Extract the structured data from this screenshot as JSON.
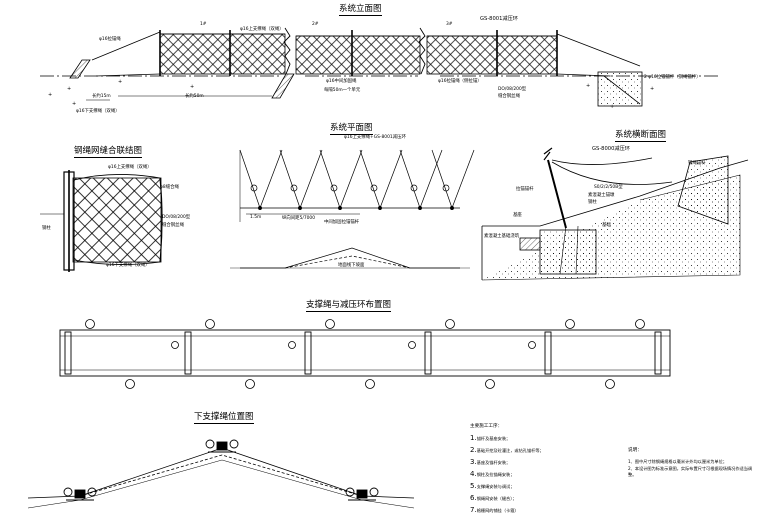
{
  "titles": {
    "elevation": "系统立面图",
    "plan": "系统平面图",
    "section": "系统横断面图",
    "seam": "钢绳网缝合联结图",
    "brace": "支撑绳与减压环布置图",
    "lower": "下支撑绳位置图"
  },
  "elevation_labels": {
    "upper_rope": "φ16上支撑绳（双绳）",
    "lower_rope": "φ16下支撑绳（双绳）",
    "mid_rope": "φ16中间加固绳",
    "panel_top": "钢丝绳网",
    "gs": "GS-8001减压环",
    "anchor_left": "φ16拉锚绳",
    "anchor_side": "φ16拉锚绳（侧拉锚）",
    "mesh_spec": "DO/08/200型",
    "mesh_seam": "缝合钢丝绳",
    "span": "长约15m",
    "length": "长约50m",
    "width_note": "每隔50m一个单元",
    "anchor_right": "2 φ16拉锚锚杆（钢绳锚杆）",
    "post": "钢柱",
    "num1": "1#",
    "num2": "2#",
    "num3": "3#"
  },
  "plan_labels": {
    "tag": "φ16上支撑绳+GS-8001减压环",
    "dim1": "1.5m",
    "dim2": "纵向间距5/7000",
    "dim3": "中间加固拉锚锚杆",
    "ground": "地面线下坡面"
  },
  "section_labels": {
    "gs": "GS-8000减压环",
    "spec": "S0/2/2/50B型",
    "base": "基座",
    "anchor1": "钢绳锚杆",
    "anchor2": "拉锚锚杆",
    "concrete": "素混凝土锚墩",
    "found": "基础",
    "fill": "素混凝土基础浇筑"
  },
  "seam_labels": {
    "upper": "φ16上支撑绳（双绳）",
    "seam_rope": "φ8缝合绳",
    "mesh": "DO/08/200型",
    "mesh2": "缝合钢丝绳",
    "post": "钢柱",
    "lower": "φ16下支撑绳（双绳）"
  },
  "notes_left": {
    "heading": "主要施工工序：",
    "items": [
      {
        "n": "1.",
        "text": "锚杆及基座安装；"
      },
      {
        "n": "2.",
        "text": "基础开挖及砼灌注，或钻孔锚杆等；"
      },
      {
        "n": "3.",
        "text": "基座及锚杆安装；"
      },
      {
        "n": "4.",
        "text": "钢柱及拉锚绳安装；"
      },
      {
        "n": "5.",
        "text": "支撑绳安装与调试；"
      },
      {
        "n": "6.",
        "text": "钢绳网安装（缝合）；"
      },
      {
        "n": "7.",
        "text": "格栅网的铺挂（卡箍）"
      }
    ]
  },
  "notes_right": {
    "heading": "说明：",
    "items": [
      "1、图中尺寸除钢绳规格以毫米计外均以厘米为单位；",
      "2、本设计图为标准示意图，实际布置尺寸可根据现场情况作适当调整。"
    ]
  }
}
